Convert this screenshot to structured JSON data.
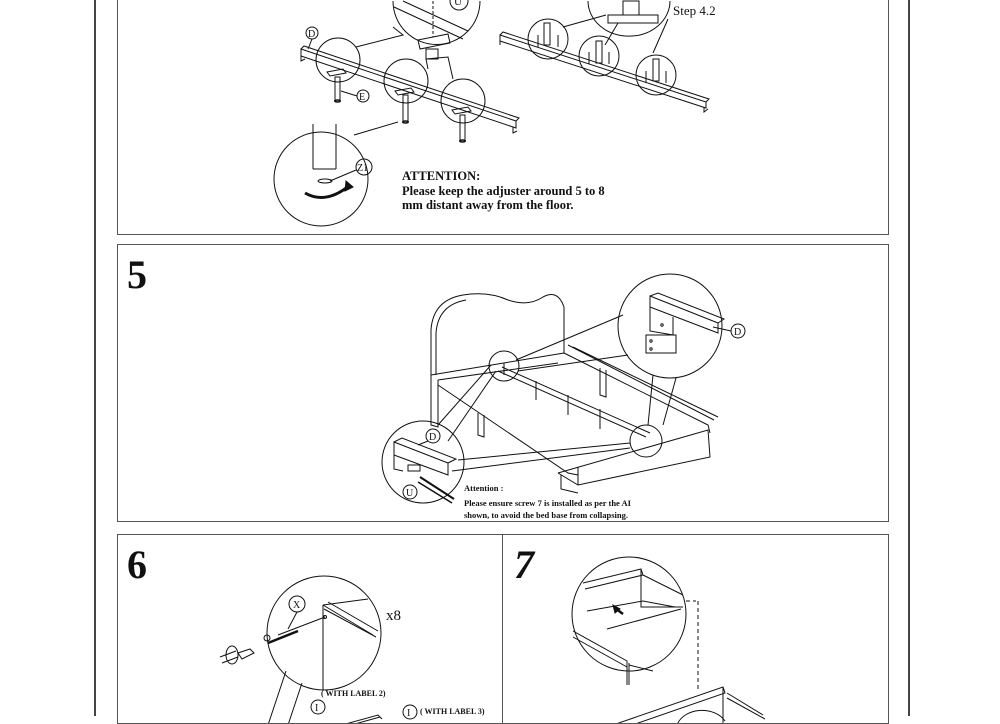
{
  "document": {
    "type": "assembly-instructions",
    "colors": {
      "line": "#111111",
      "panel_border": "#555555",
      "page_border": "#444444",
      "background": "#ffffff"
    }
  },
  "step4": {
    "caption": "Step 4.2",
    "part_labels": {
      "D": "D",
      "E": "E",
      "U": "U",
      "Z1": "Z1"
    },
    "attention_title": "ATTENTION:",
    "attention_lines": [
      "Please keep the adjuster around 5 to 8",
      "mm distant away from the floor."
    ]
  },
  "step5": {
    "number": "5",
    "part_labels": {
      "D_top": "D",
      "D_bottom": "D",
      "U": "U"
    },
    "attention_title": "Attention :",
    "attention_lines": [
      "Please ensure screw 7 is installed as per the AI",
      "shown, to avoid the bed base from collapsing."
    ]
  },
  "step6": {
    "number": "6",
    "part_labels": {
      "X": "X",
      "I_left": "I",
      "I_right": "I"
    },
    "quantity": "x8",
    "label_notes": [
      "( WITH LABEL 2)",
      "( WITH LABEL 3)"
    ]
  },
  "step7": {
    "number": "7"
  }
}
